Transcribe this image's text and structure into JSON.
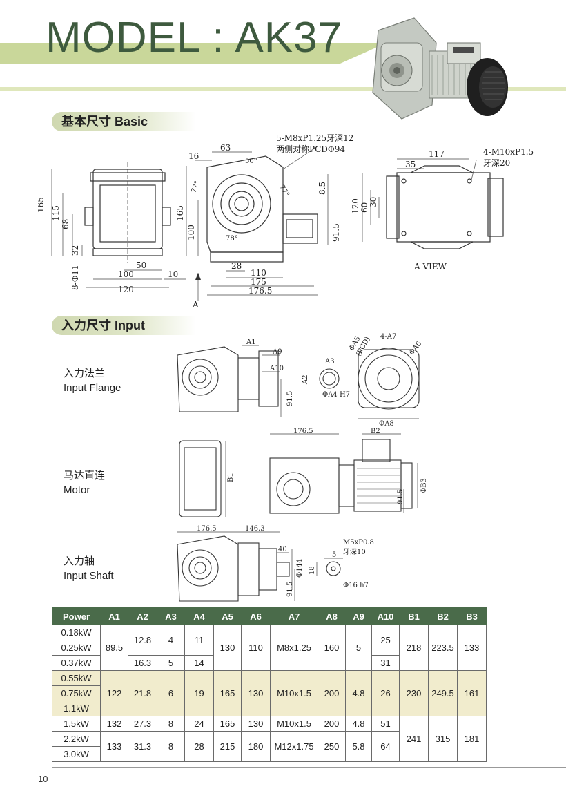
{
  "header": {
    "model_title": "MODEL : AK37"
  },
  "sections": {
    "basic": "基本尺寸 Basic",
    "input": "入力尺寸 Input"
  },
  "input_rows": [
    {
      "cn": "入力法兰",
      "en": "Input Flange"
    },
    {
      "cn": "马达直连",
      "en": "Motor"
    },
    {
      "cn": "入力轴",
      "en": "Input Shaft"
    }
  ],
  "basic_dims": {
    "d165a": "165",
    "d115": "115",
    "d68": "68",
    "d32": "32",
    "d8phi11": "8-Φ11",
    "d50": "50",
    "d100": "100",
    "d120": "120",
    "d10": "10",
    "d16": "16",
    "d63": "63",
    "d50deg": "50°",
    "d77a": "77°",
    "d77b": "77°",
    "d78": "78°",
    "d165b": "165",
    "d100b": "100",
    "d8_5": "8.5",
    "d91_5": "91.5",
    "d28": "28",
    "d110": "110",
    "d175": "175",
    "d176_5": "176.5",
    "arrow_a": "A",
    "bolt1": "5-M8xP1.25牙深12",
    "bolt2": "两侧对称PCDΦ94",
    "d117": "117",
    "d35": "35",
    "bolt3": "4-M10xP1.5",
    "bolt4": "牙深20",
    "d120b": "120",
    "d60": "60",
    "d30": "30",
    "a_view": "A VIEW"
  },
  "input_dims": {
    "A1": "A1",
    "A9": "A9",
    "A10": "A10",
    "d91_5": "91.5",
    "A3": "A3",
    "A2": "A2",
    "A4": "ΦA4 H7",
    "A5": "ΦA5",
    "pcd": "(PCD)",
    "A7": "4-A7",
    "A6": "ΦA6",
    "A8": "ΦA8",
    "m176_5": "176.5",
    "B2": "B2",
    "B1": "B1",
    "B3": "ΦB3",
    "m91_5": "91.5",
    "s176_5": "176.5",
    "s146_3": "146.3",
    "s40": "40",
    "s144": "Φ144",
    "s91_5": "91.5",
    "m5": "M5xP0.8",
    "deep10": "牙深10",
    "s5": "5",
    "s18": "18",
    "s16": "Φ16 h7"
  },
  "table": {
    "headers": [
      "Power",
      "A1",
      "A2",
      "A3",
      "A4",
      "A5",
      "A6",
      "A7",
      "A8",
      "A9",
      "A10",
      "B1",
      "B2",
      "B3"
    ],
    "powers": [
      "0.18kW",
      "0.25kW",
      "0.37kW",
      "0.55kW",
      "0.75kW",
      "1.1kW",
      "1.5kW",
      "2.2kW",
      "3.0kW"
    ],
    "g1": {
      "A1": "89.5",
      "A2a": "12.8",
      "A2b": "16.3",
      "A3a": "4",
      "A3b": "5",
      "A4a": "11",
      "A4b": "14",
      "A5": "130",
      "A6": "110",
      "A7": "M8x1.25",
      "A8": "160",
      "A9": "5",
      "A10a": "25",
      "A10b": "31",
      "B1": "218",
      "B2": "223.5",
      "B3": "133"
    },
    "g2": {
      "A1": "122",
      "A2": "21.8",
      "A3": "6",
      "A4": "19",
      "A5": "165",
      "A6": "130",
      "A7": "M10x1.5",
      "A8": "200",
      "A9": "4.8",
      "A10": "26",
      "B1": "230",
      "B2": "249.5",
      "B3": "161"
    },
    "r15": {
      "A1": "132",
      "A2": "27.3",
      "A3": "8",
      "A4": "24",
      "A5": "165",
      "A6": "130",
      "A7": "M10x1.5",
      "A8": "200",
      "A9": "4.8",
      "A10": "51"
    },
    "g3": {
      "A1": "133",
      "A2": "31.3",
      "A3": "8",
      "A4": "28",
      "A5": "215",
      "A6": "180",
      "A7": "M12x1.75",
      "A8": "250",
      "A9": "5.8",
      "A10": "64",
      "B1": "241",
      "B2": "315",
      "B3": "181"
    }
  },
  "footer": {
    "page": "10"
  }
}
